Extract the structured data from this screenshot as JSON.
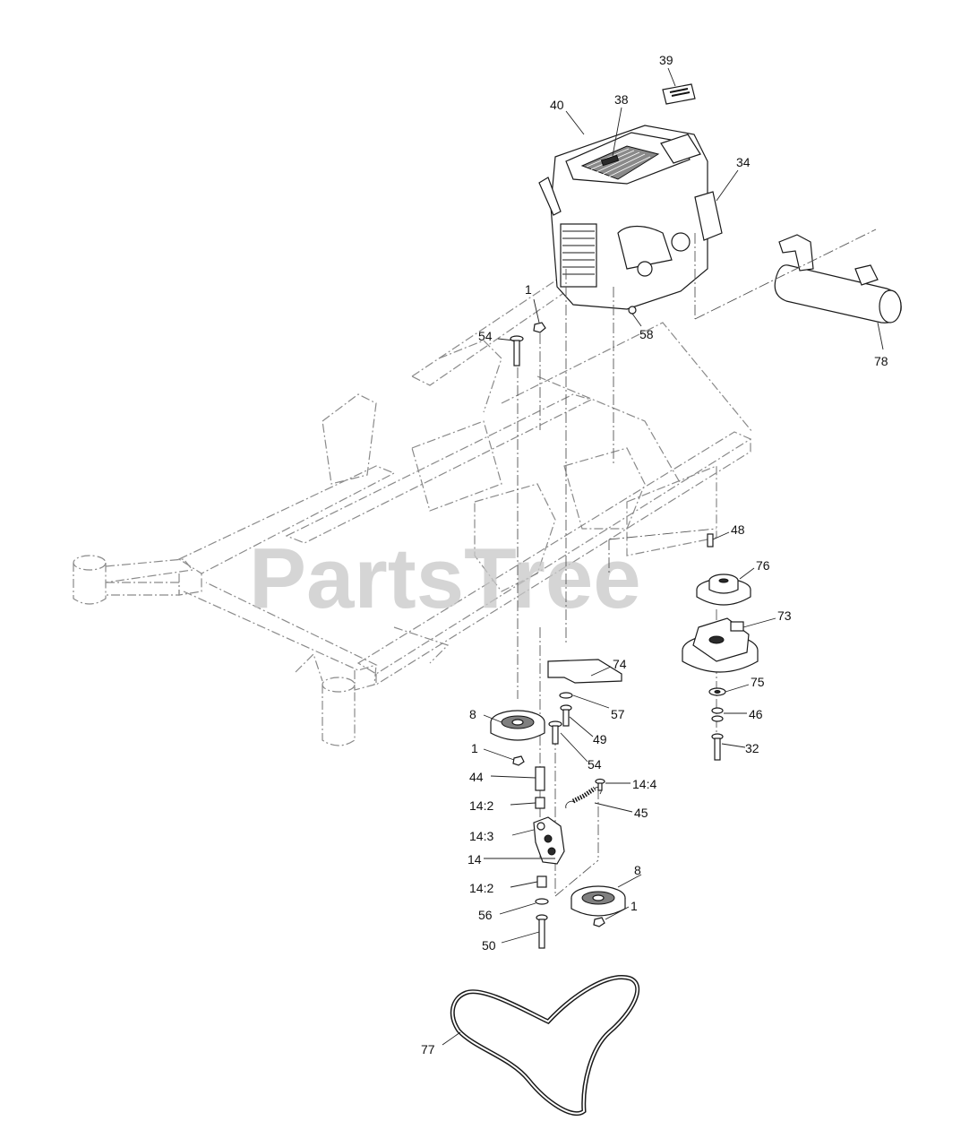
{
  "watermark": "PartsTree",
  "labels": [
    {
      "id": "l39",
      "text": "39"
    },
    {
      "id": "l40",
      "text": "40"
    },
    {
      "id": "l38",
      "text": "38"
    },
    {
      "id": "l34",
      "text": "34"
    },
    {
      "id": "l1a",
      "text": "1"
    },
    {
      "id": "l54a",
      "text": "54"
    },
    {
      "id": "l58",
      "text": "58"
    },
    {
      "id": "l78",
      "text": "78"
    },
    {
      "id": "l48",
      "text": "48"
    },
    {
      "id": "l76",
      "text": "76"
    },
    {
      "id": "l73",
      "text": "73"
    },
    {
      "id": "l74",
      "text": "74"
    },
    {
      "id": "l75",
      "text": "75"
    },
    {
      "id": "l57",
      "text": "57"
    },
    {
      "id": "l46",
      "text": "46"
    },
    {
      "id": "l8a",
      "text": "8"
    },
    {
      "id": "l49",
      "text": "49"
    },
    {
      "id": "l32",
      "text": "32"
    },
    {
      "id": "l1b",
      "text": "1"
    },
    {
      "id": "l54b",
      "text": "54"
    },
    {
      "id": "l44",
      "text": "44"
    },
    {
      "id": "l14_4",
      "text": "14:4"
    },
    {
      "id": "l14_2a",
      "text": "14:2"
    },
    {
      "id": "l45",
      "text": "45"
    },
    {
      "id": "l14_3",
      "text": "14:3"
    },
    {
      "id": "l14",
      "text": "14"
    },
    {
      "id": "l8b",
      "text": "8"
    },
    {
      "id": "l14_2b",
      "text": "14:2"
    },
    {
      "id": "l1c",
      "text": "1"
    },
    {
      "id": "l56",
      "text": "56"
    },
    {
      "id": "l50",
      "text": "50"
    },
    {
      "id": "l77",
      "text": "77"
    }
  ]
}
